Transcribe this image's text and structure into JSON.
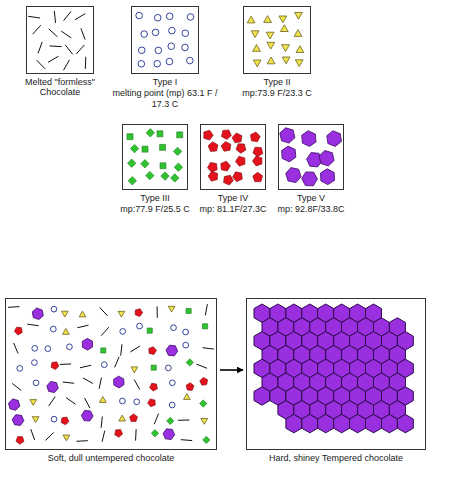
{
  "diagram": {
    "nodes": [
      {
        "text": [
          "Melted \"formless\" Chocolate"
        ]
      },
      {
        "text": [
          "Type I",
          "melting point (mp) 63.1 F / 17.3 C"
        ]
      },
      {
        "text": [
          "Type II",
          "mp:73.9 F/23.3 C"
        ]
      },
      {
        "text": [
          "Type III",
          "mp:77.9 F/25.5 C"
        ]
      },
      {
        "text": [
          "Type IV",
          "mp: 81.1F/27.3C"
        ]
      },
      {
        "text": [
          "Type V",
          "mp: 92.8F/33.8C"
        ]
      },
      {
        "text": [
          "Soft, dull untempered chocolate"
        ]
      },
      {
        "text": [
          "Hard, shiney Tempered chocolate"
        ]
      }
    ],
    "edges": [
      {
        "from": 6,
        "to": 7,
        "arrow": "to"
      }
    ]
  }
}
